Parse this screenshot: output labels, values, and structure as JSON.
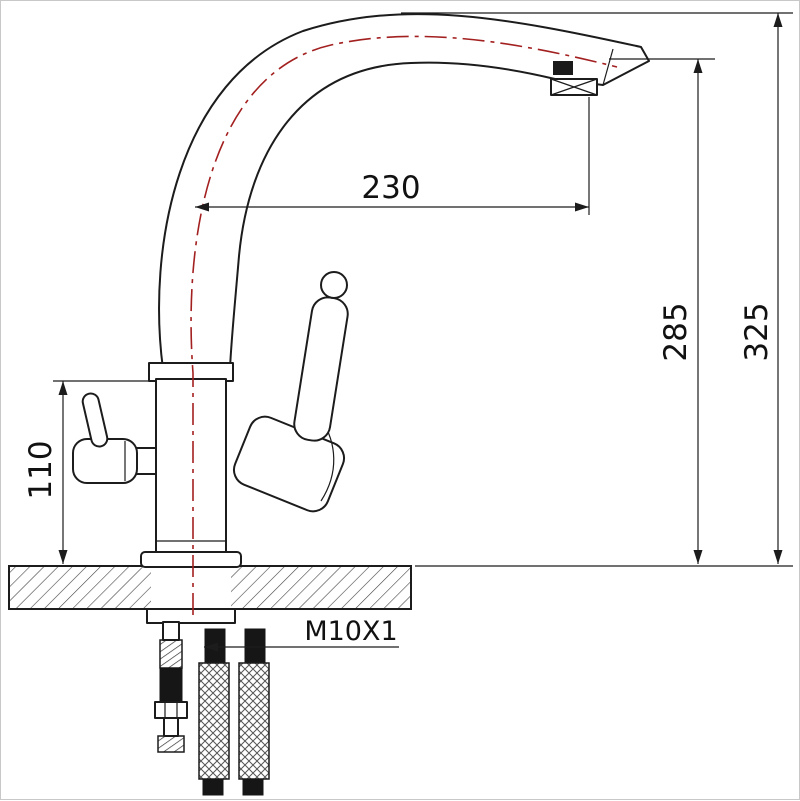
{
  "drawing": {
    "title": "kitchen-faucet-technical-drawing",
    "view": "side-elevation-with-under-counter-mounting-parts",
    "dimensions": {
      "spout_reach": "230",
      "outlet_height": "285",
      "total_height": "325",
      "body_height": "110",
      "thread_spec": "M10X1"
    },
    "colors": {
      "line": "#1c1c1c",
      "centerline": "#a32020",
      "background": "#ffffff"
    }
  }
}
